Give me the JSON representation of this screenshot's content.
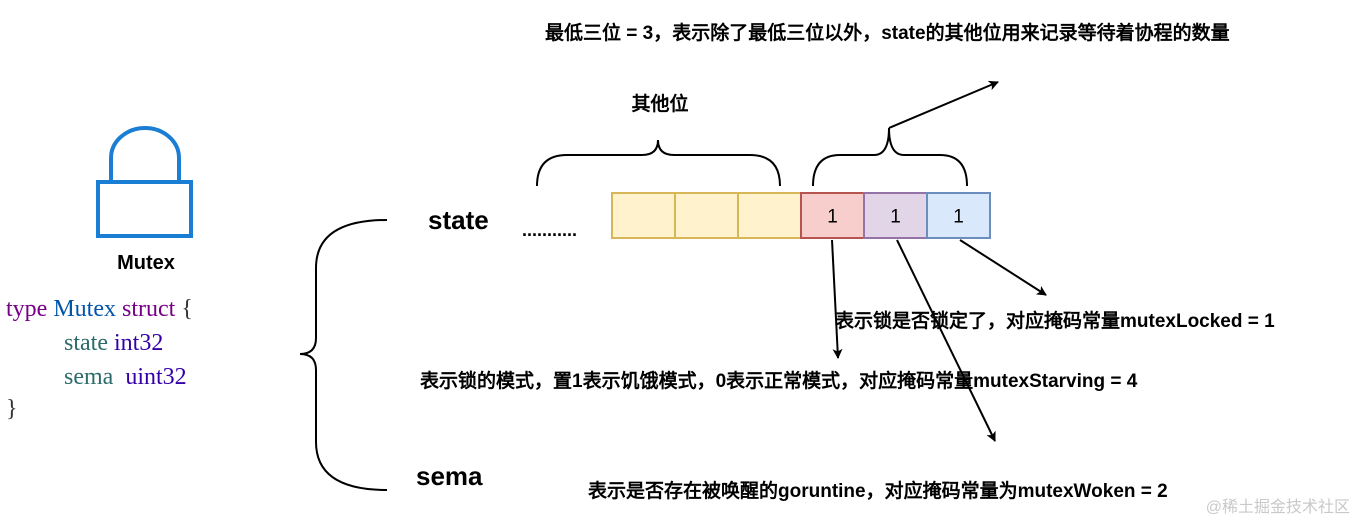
{
  "mutex": {
    "icon": "lock-icon",
    "icon_color": "#1a7fd4",
    "label": "Mutex"
  },
  "code": {
    "line1": {
      "kw_type": "type",
      "type_name": "Mutex",
      "kw_struct": "struct",
      "brace_open": "{"
    },
    "line2": {
      "field": "state",
      "field_type": "int32"
    },
    "line3": {
      "field": "sema",
      "field_type": "uint32"
    },
    "line4": {
      "brace_close": "}"
    },
    "colors": {
      "keyword": "#770088",
      "type_name": "#0055aa",
      "field": "#2b6b6b",
      "field_type": "#3300aa",
      "brace": "#333333"
    }
  },
  "fields": {
    "state_label": "state",
    "sema_label": "sema",
    "ellipsis": "..........."
  },
  "bits": {
    "other_bits_label": "其他位",
    "low_bits_note": "最低三位 = 3，表示除了最低三位以外，state的其他位用来记录等待着协程的数量",
    "cells": [
      {
        "value": "",
        "fill": "#fff2cc",
        "stroke": "#d6b656"
      },
      {
        "value": "",
        "fill": "#fff2cc",
        "stroke": "#d6b656"
      },
      {
        "value": "",
        "fill": "#fff2cc",
        "stroke": "#d6b656"
      },
      {
        "value": "1",
        "fill": "#f8cecc",
        "stroke": "#b85450"
      },
      {
        "value": "1",
        "fill": "#e1d5e7",
        "stroke": "#9673a6"
      },
      {
        "value": "1",
        "fill": "#dae8fc",
        "stroke": "#6c8ebf"
      }
    ]
  },
  "annotations": {
    "locked": "表示锁是否锁定了，对应掩码常量mutexLocked = 1",
    "starving": "表示锁的模式，置1表示饥饿模式，0表示正常模式，对应掩码常量mutexStarving = 4",
    "woken": "表示是否存在被唤醒的goruntine，对应掩码常量为mutexWoken = 2"
  },
  "watermark": "@稀土掘金技术社区"
}
